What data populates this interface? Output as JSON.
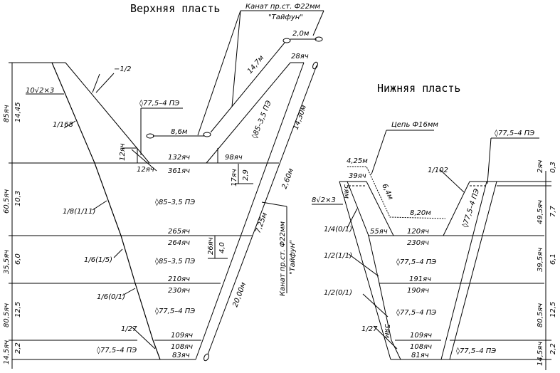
{
  "upper": {
    "title": "Верхняя пласть",
    "rope_top": "Канат пр.ст. Ф22мм",
    "rope_top_name": "\"Тайфун\"",
    "len_2_0": "2,0м",
    "len_14_7": "14,7м",
    "len_8_6": "8,6м",
    "len_14_30": "14,30м",
    "len_2_60": "2,60м",
    "len_7_25": "7,25м",
    "len_20_00": "20,00м",
    "rope_side": "Канат пр.ст. Ф22мм",
    "rope_side_name": "\"Тайфун\"",
    "cut_top": "−1/2",
    "cut_wing": "1/168",
    "wing_mark": "10√2×3",
    "mat_top_lead": "◊77,5–4 ПЭ",
    "mat_wing": "◊85–3,5 ПЭ",
    "mat_1": "◊85–3,5 ПЭ",
    "mat_2": "◊85–3,5 ПЭ",
    "mat_3": "◊77,5–4 ПЭ",
    "mat_4": "◊77,5–4 ПЭ",
    "cut_1": "1/8(1/11)",
    "cut_2": "1/6(1/5)",
    "cut_3": "1/6(0/1)",
    "cut_4": "1/27",
    "meshes": [
      "28яч",
      "132яч",
      "98яч",
      "12яч",
      "12яч",
      "361яч",
      "17яч",
      "265яч",
      "264яч",
      "26яч",
      "210яч",
      "230яч",
      "109яч",
      "108яч",
      "83яч"
    ],
    "dims": [
      "2,9",
      "4,0"
    ],
    "left_dims": [
      {
        "meshes": "85яч",
        "len": "14,45"
      },
      {
        "meshes": "60,5яч",
        "len": "10,3"
      },
      {
        "meshes": "35,5яч",
        "len": "6,0"
      },
      {
        "meshes": "80,5яч",
        "len": "12,5"
      },
      {
        "meshes": "14,5яч",
        "len": "2,2"
      }
    ]
  },
  "lower": {
    "title": "Нижняя пласть",
    "chain": "Цепь Ф16мм",
    "len_4_25": "4,25м",
    "len_6_4": "6,4м",
    "len_8_20": "8,20м",
    "mark": "8√2×3",
    "strip": "5ям",
    "mat_lead": "◊77,5–4 ПЭ",
    "mat_wing": "◊77,5–4 ПЭ",
    "mat_1": "◊77,5–4 ПЭ",
    "mat_2": "◊77,5–4 ПЭ",
    "mat_3": "◊77,5–4 ПЭ",
    "cut_wing": "1/102",
    "cut_1": "1/4(0/1)",
    "cut_2": "1/2(1/1)",
    "cut_3": "1/2(0/1)",
    "cut_4": "1/27",
    "meshes": [
      "39яч",
      "55яч",
      "120яч",
      "230яч",
      "191яч",
      "190яч",
      "109яч",
      "108яч",
      "81яч"
    ],
    "right_dims": [
      {
        "meshes": "2яч",
        "len": "0,3"
      },
      {
        "meshes": "49,5яч",
        "len": "7,7"
      },
      {
        "meshes": "39,5яч",
        "len": "6,1"
      },
      {
        "meshes": "80,5яч",
        "len": "12,5"
      },
      {
        "meshes": "14,5яч",
        "len": "2,2"
      }
    ]
  }
}
